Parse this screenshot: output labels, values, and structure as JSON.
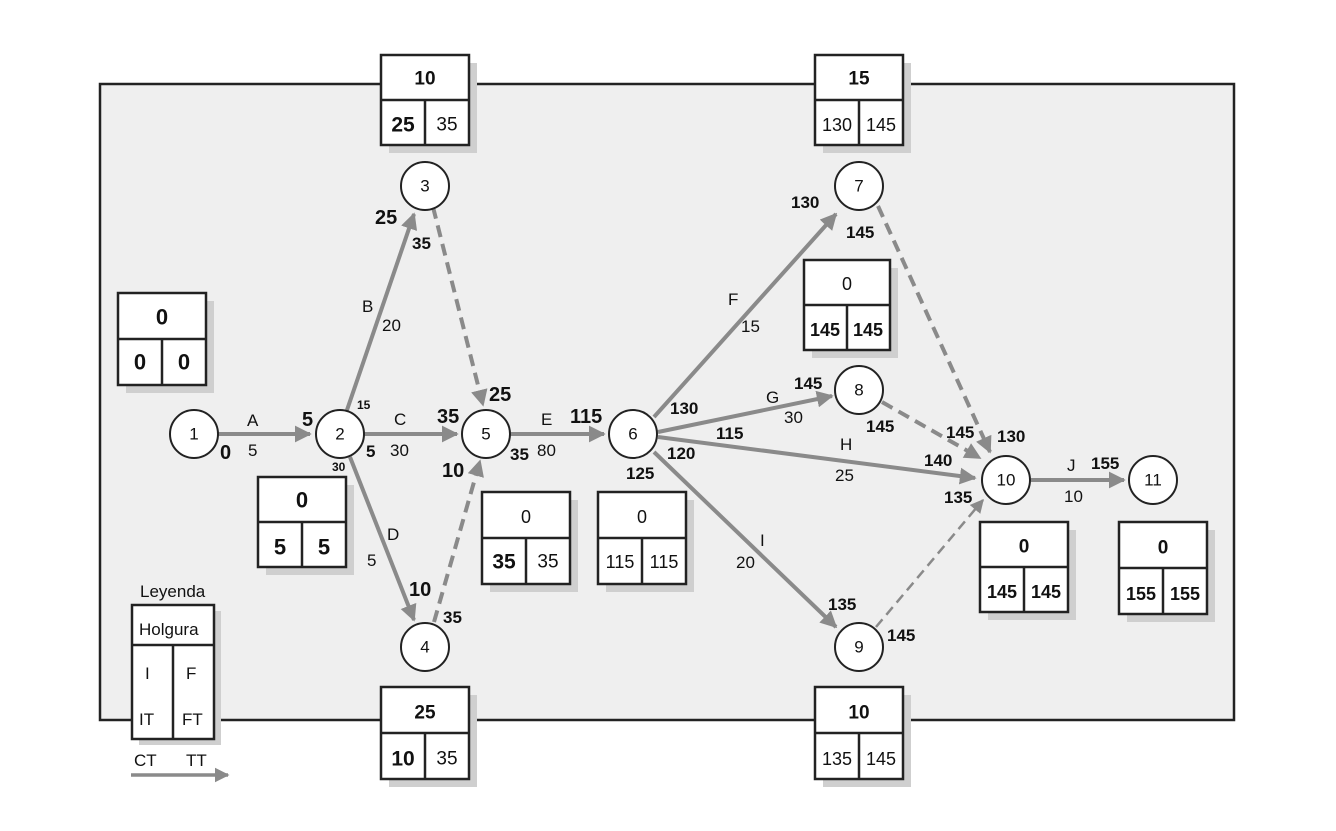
{
  "nodes": [
    "1",
    "2",
    "3",
    "4",
    "5",
    "6",
    "7",
    "8",
    "9",
    "10",
    "11"
  ],
  "activities": {
    "A": {
      "name": "A",
      "duration": "5"
    },
    "B": {
      "name": "B",
      "duration": "20"
    },
    "C": {
      "name": "C",
      "duration": "30"
    },
    "D": {
      "name": "D",
      "duration": "5"
    },
    "E": {
      "name": "E",
      "duration": "80"
    },
    "F": {
      "name": "F",
      "duration": "15"
    },
    "G": {
      "name": "G",
      "duration": "30"
    },
    "H": {
      "name": "H",
      "duration": "25"
    },
    "I": {
      "name": "I",
      "duration": "20"
    },
    "J": {
      "name": "J",
      "duration": "10"
    }
  },
  "event_boxes": {
    "n1": {
      "slack": "0",
      "early": "0",
      "late": "0"
    },
    "n2": {
      "slack": "0",
      "early": "5",
      "late": "5"
    },
    "n3": {
      "slack": "10",
      "early": "25",
      "late": "35"
    },
    "n4": {
      "slack": "25",
      "early": "10",
      "late": "35"
    },
    "n5": {
      "slack": "0",
      "early": "35",
      "late": "35"
    },
    "n6": {
      "slack": "0",
      "early": "115",
      "late": "115"
    },
    "n7": {
      "slack": "15",
      "early": "130",
      "late": "145"
    },
    "n8": {
      "slack": "0",
      "early": "145",
      "late": "145"
    },
    "n9": {
      "slack": "10",
      "early": "135",
      "late": "145"
    },
    "n10": {
      "slack": "0",
      "early": "145",
      "late": "145"
    },
    "n11": {
      "slack": "0",
      "early": "155",
      "late": "155"
    }
  },
  "time_labels": {
    "n1_0": "0",
    "n2_5a": "5",
    "n2_15": "15",
    "n2_5b": "5",
    "n2_30": "30",
    "n3_25": "25",
    "n3_35": "35",
    "n4_10": "10",
    "n4_35": "35",
    "n5_35a": "35",
    "n5_25": "25",
    "n5_10": "10",
    "n5_35b": "35",
    "n6_115a": "115",
    "n6_130": "130",
    "n6_115b": "115",
    "n6_120": "120",
    "n6_125": "125",
    "n7_130": "130",
    "n7_145": "145",
    "n8_145a": "145",
    "n8_145b": "145",
    "n9_135": "135",
    "n9_145": "145",
    "n10_145": "145",
    "n10_130": "130",
    "n10_140": "140",
    "n10_135": "135",
    "n11_155": "155"
  },
  "legend": {
    "title": "Leyenda",
    "slack": "Holgura",
    "i": "I",
    "f": "F",
    "it": "IT",
    "ft": "FT",
    "ct": "CT",
    "tt": "TT"
  },
  "colors": {
    "edge": "#8a8a8a",
    "frame_fill": "#efefef",
    "shadow": "#cfcfcf"
  }
}
